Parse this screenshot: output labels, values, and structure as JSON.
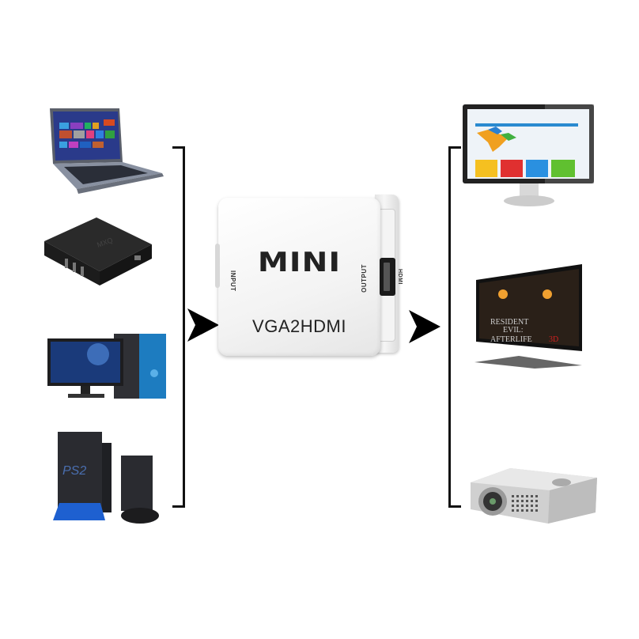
{
  "diagram": {
    "type": "connection-diagram",
    "center_device": {
      "brand_label": "MINI",
      "model_label": "VGA2HDMI",
      "input_label": "INPUT",
      "output_label": "OUTPUT",
      "port_label": "HDMI",
      "color": "#f2f2f2"
    },
    "inputs": [
      {
        "name": "Laptop",
        "icon": "laptop-icon"
      },
      {
        "name": "TV Box",
        "icon": "set-top-box-icon",
        "brand_mark": "MXQ"
      },
      {
        "name": "Desktop PC",
        "icon": "desktop-pc-icon"
      },
      {
        "name": "PlayStation 2",
        "icon": "game-console-icon",
        "brand_mark": "PS2"
      }
    ],
    "outputs": [
      {
        "name": "Monitor",
        "icon": "monitor-icon"
      },
      {
        "name": "HDTV",
        "icon": "tv-icon",
        "screen_text": [
          "RESIDENT",
          "EVIL:",
          "AFTERLIFE",
          "3D"
        ]
      },
      {
        "name": "Projector",
        "icon": "projector-icon"
      }
    ],
    "flow": [
      "inputs",
      "adapter",
      "outputs"
    ],
    "colors": {
      "bracket": "#111111",
      "arrow": "#000000",
      "background": "#ffffff"
    }
  }
}
